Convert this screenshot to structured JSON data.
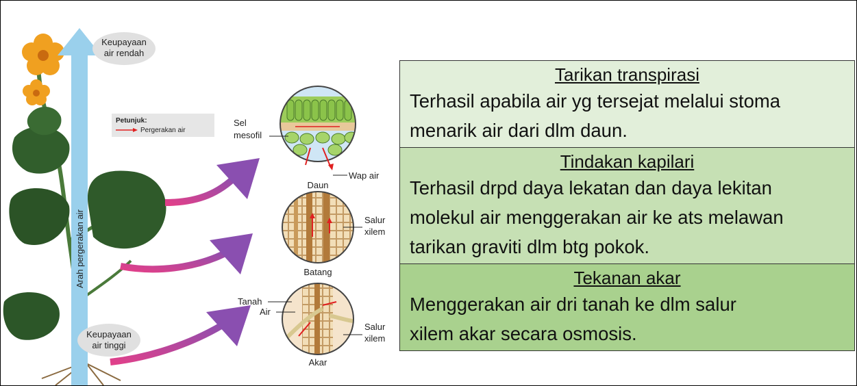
{
  "colors": {
    "arrow_up": "#9ad0ec",
    "curve_arrow": "#b94aa0",
    "box1_bg": "#e2efda",
    "box2_bg": "#c6e0b4",
    "box3_bg": "#a9d18e",
    "movement_arrow": "#e02020"
  },
  "diagram": {
    "water_potential_low": [
      "Keupayaan",
      "air rendah"
    ],
    "water_potential_high": [
      "Keupayaan",
      "air tinggi"
    ],
    "arrow_label": "Arah pergerakan air",
    "legend": {
      "title": "Petunjuk:",
      "item": "Pergerakan air"
    },
    "leaf": {
      "label": "Daun",
      "mesophyll": [
        "Sel",
        "mesofil"
      ],
      "vapour": "Wap air"
    },
    "stem": {
      "label": "Batang",
      "xylem": [
        "Salur",
        "xilem"
      ]
    },
    "root": {
      "label": "Akar",
      "soil": "Tanah",
      "water": "Air",
      "xylem": [
        "Salur",
        "xilem"
      ]
    }
  },
  "boxes": [
    {
      "title": "Tarikan transpirasi",
      "lines": [
        "Terhasil apabila air yg tersejat melalui stoma",
        "menarik air dari dlm daun."
      ]
    },
    {
      "title": "Tindakan kapilari",
      "lines": [
        "Terhasil drpd daya lekatan dan daya lekitan",
        "molekul air menggerakan air ke ats melawan",
        "tarikan graviti dlm btg pokok."
      ]
    },
    {
      "title": "Tekanan akar",
      "lines": [
        "Menggerakan air dri tanah ke dlm salur",
        "xilem akar secara osmosis."
      ]
    }
  ]
}
